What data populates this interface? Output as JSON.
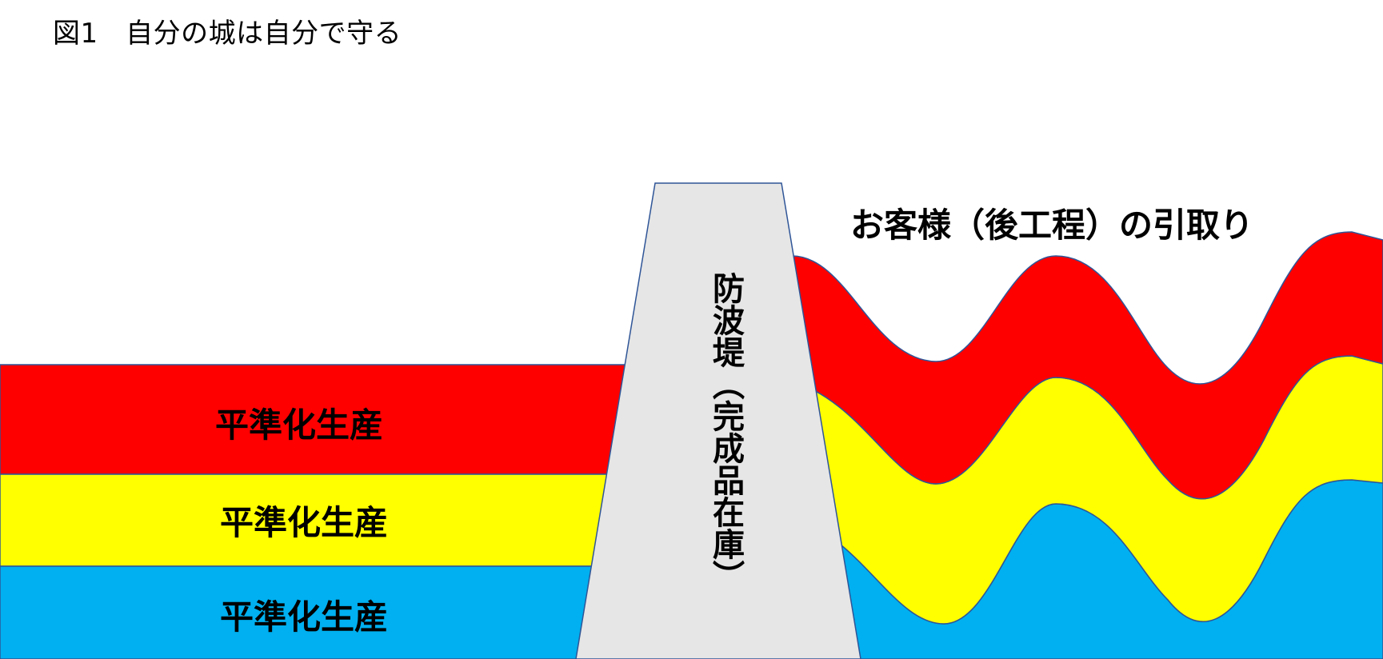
{
  "figure": {
    "title": "図1　自分の城は自分で守る"
  },
  "left_bands": [
    {
      "label": "平準化生産",
      "color": "#FF0000"
    },
    {
      "label": "平準化生産",
      "color": "#FFFF00"
    },
    {
      "label": "平準化生産",
      "color": "#00B0F0"
    }
  ],
  "breakwater": {
    "label": "防波堤（完成品在庫）",
    "fill": "#E6E6E6"
  },
  "customer": {
    "label": "お客様（後工程）の引取り"
  },
  "colors": {
    "red": "#FF0000",
    "yellow": "#FFFF00",
    "blue": "#00B0F0",
    "outline": "#2F5597"
  }
}
